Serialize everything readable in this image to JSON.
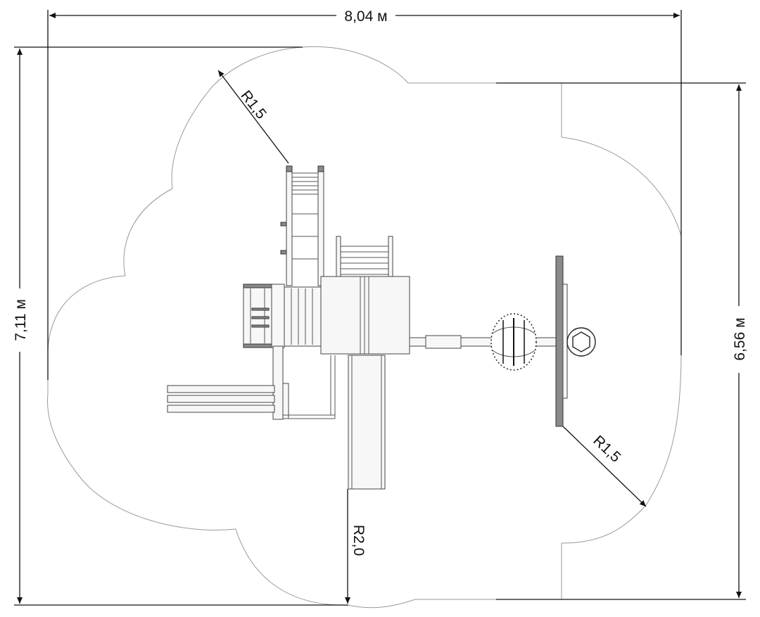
{
  "dimensions": {
    "overall_width": "8,04 м",
    "overall_height": "7,11 м",
    "right_height": "6,56 м"
  },
  "radii": {
    "top_left": "R1,5",
    "bottom_right": "R1,5",
    "bottom_center": "R2,0"
  },
  "colors": {
    "dimension_line": "#111111",
    "zone_outline": "#9a9a9a",
    "equipment": "#444444",
    "equipment_fill": "#f7f7f7"
  }
}
